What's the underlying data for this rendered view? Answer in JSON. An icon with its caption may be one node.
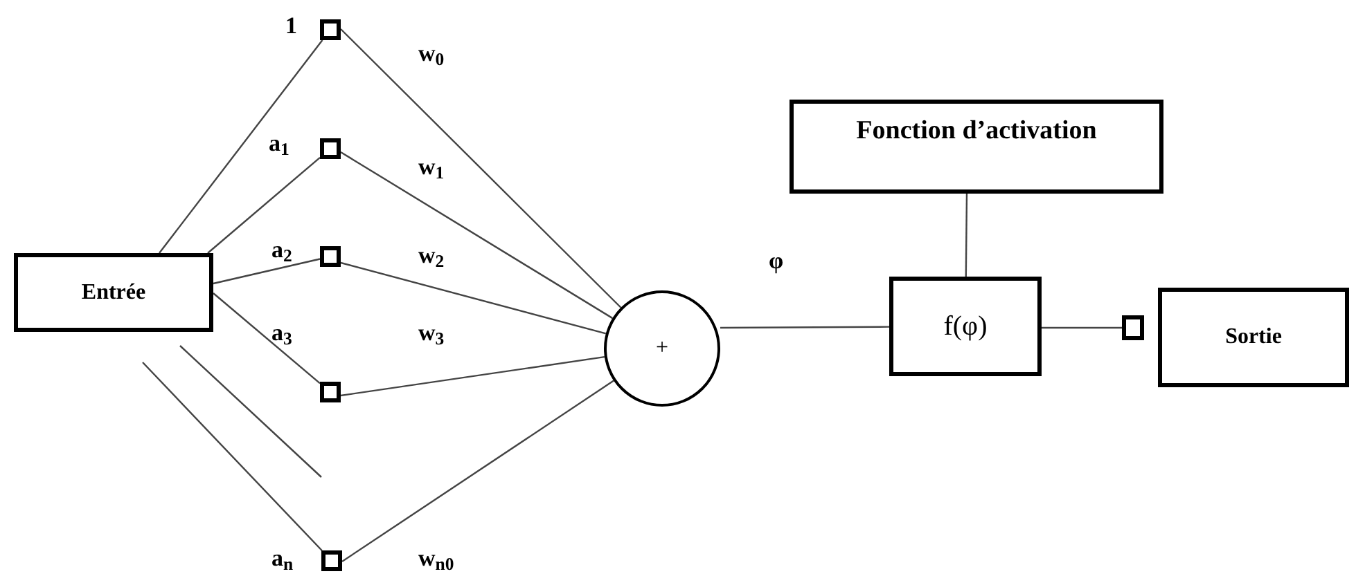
{
  "diagram": {
    "nodes": [
      {
        "text": [
          "Entrée"
        ]
      },
      {
        "text": [],
        "shape": "box",
        "beside": [
          "1"
        ]
      },
      {
        "text": [],
        "shape": "box",
        "beside": [
          "a$_{1}$"
        ]
      },
      {
        "text": [],
        "shape": "box",
        "beside": [
          "a$_{2}$"
        ]
      },
      {
        "text": [],
        "shape": "box",
        "beside": [
          "a$_{3}$"
        ]
      },
      {
        "text": [],
        "shape": "box",
        "beside": [
          "a$_{n}$"
        ]
      },
      {
        "text": [
          "+"
        ]
      },
      {
        "text": [
          "Fonction d’activation"
        ]
      },
      {
        "text": [
          "f(φ)"
        ]
      },
      {
        "text": [],
        "shape": "box"
      },
      {
        "text": [
          "Sortie"
        ]
      }
    ],
    "edges": [
      {
        "from": 0,
        "to": 1,
        "arrow": "none"
      },
      {
        "from": 0,
        "to": 2,
        "arrow": "none"
      },
      {
        "from": 0,
        "to": 3,
        "arrow": "none"
      },
      {
        "from": 0,
        "to": 4,
        "arrow": "none"
      },
      {
        "from": 0,
        "to": null,
        "arrow": "none"
      },
      {
        "from": 0,
        "to": 5,
        "arrow": "none"
      },
      {
        "from": 1,
        "to": 6,
        "arrow": "none",
        "label": "w$_{0}$"
      },
      {
        "from": 2,
        "to": 6,
        "arrow": "none",
        "label": "w$_{1}$"
      },
      {
        "from": 3,
        "to": 6,
        "arrow": "none",
        "label": "w$_{2}$"
      },
      {
        "from": 4,
        "to": 6,
        "arrow": "none",
        "label": "w$_{3}$"
      },
      {
        "from": 5,
        "to": 6,
        "arrow": "none",
        "label": "w$_{n0}$"
      },
      {
        "from": 6,
        "to": 8,
        "arrow": "none",
        "label": "φ"
      },
      {
        "from": 7,
        "to": 8,
        "arrow": "none"
      },
      {
        "from": 8,
        "to": 9,
        "arrow": "none"
      }
    ]
  }
}
